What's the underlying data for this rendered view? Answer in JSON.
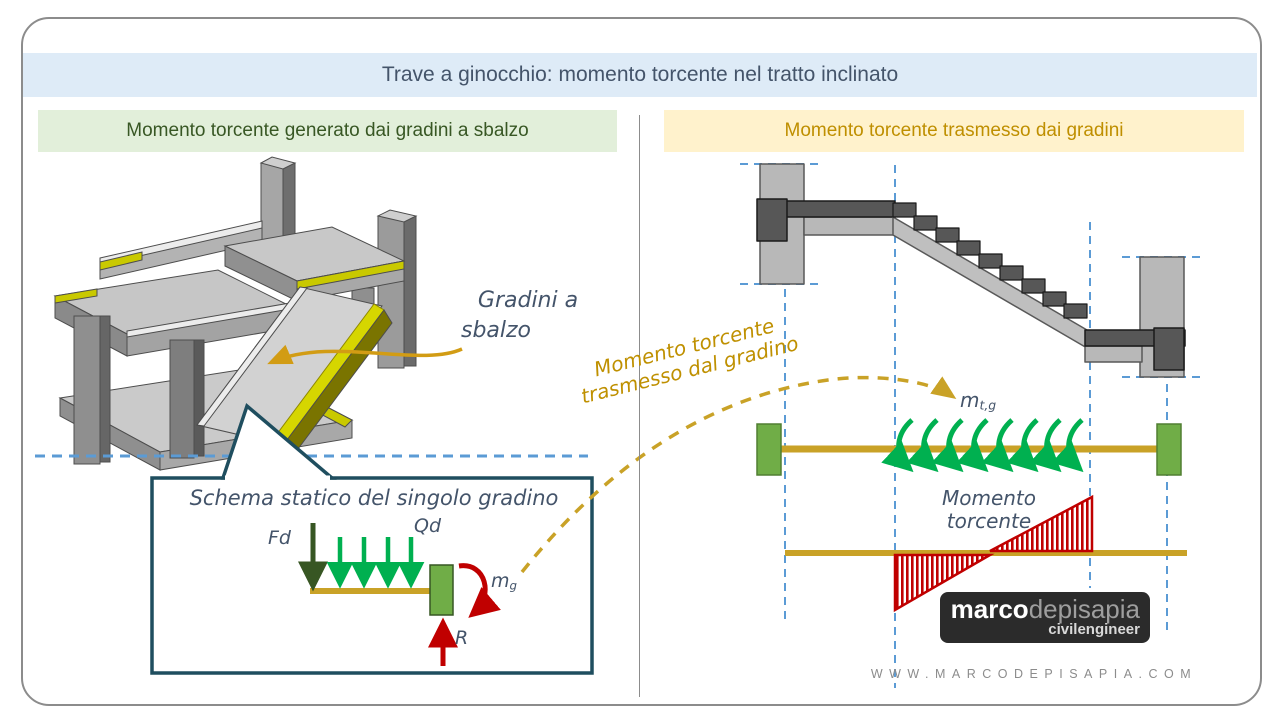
{
  "title": "Trave a ginocchio: momento torcente nel tratto inclinato",
  "left": {
    "header": "Momento torcente generato dai gradini a sbalzo",
    "note_line1": "Gradini a",
    "note_line2": "sbalzo",
    "schema": {
      "title": "Schema statico del singolo gradino",
      "point_load": "Fd",
      "distributed_load": "Qd",
      "moment_base": "m",
      "moment_sub": "g",
      "reaction": "R"
    }
  },
  "right": {
    "header": "Momento torcente trasmesso dai gradini",
    "transfer_line1": "Momento torcente",
    "transfer_line2": "trasmesso dal gradino",
    "torque_base": "m",
    "torque_sub": "t,g",
    "diagram_label": "Momento torcente"
  },
  "footer": {
    "logo_part1": "marco",
    "logo_part2": "depisapia",
    "logo_tagline": "civilengineer",
    "website": "WWW.MARCODEPISAPIA.COM"
  },
  "colors": {
    "accent_blue": "#5B9BD5",
    "beam_gold": "#C9A227",
    "arrow_green": "#00B050",
    "support_green": "#70AD47",
    "moment_red": "#C00000",
    "text_slate": "#44546A",
    "title_bg": "#DEEBF7",
    "left_header_bg": "#E2EFDA",
    "right_header_bg": "#FFF2CC"
  }
}
